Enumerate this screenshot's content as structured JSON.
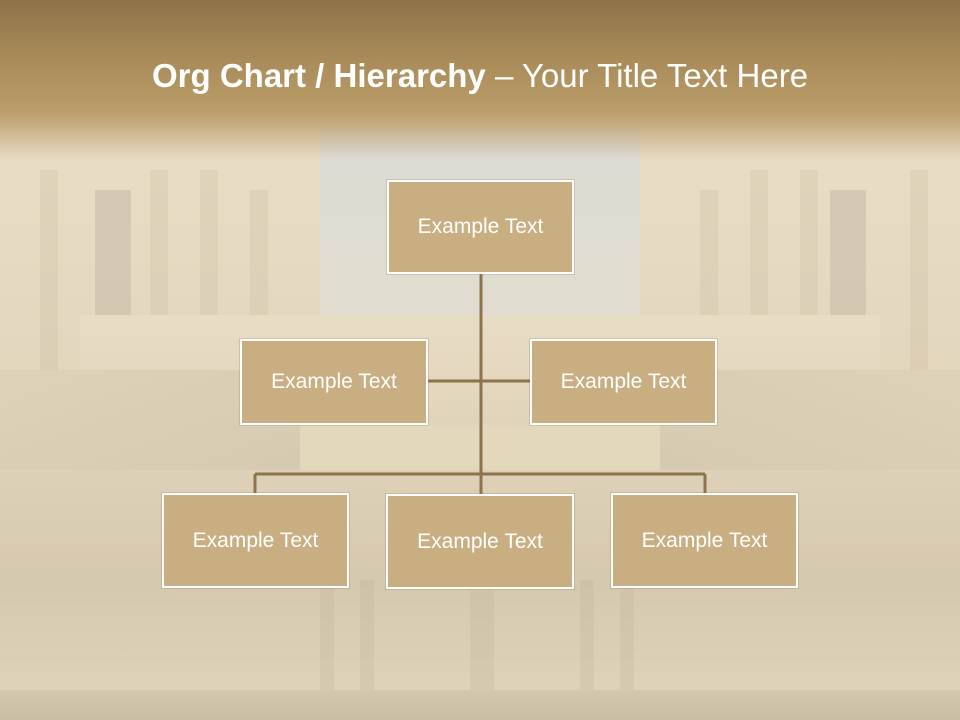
{
  "slide": {
    "title_bold": "Org Chart / Hierarchy",
    "title_dash": "–",
    "title_rest": "Your Title Text Here"
  },
  "org_chart": {
    "root": {
      "label": "Example Text"
    },
    "level2": [
      {
        "label": "Example Text"
      },
      {
        "label": "Example Text"
      }
    ],
    "level3": [
      {
        "label": "Example Text"
      },
      {
        "label": "Example Text"
      },
      {
        "label": "Example Text"
      }
    ]
  },
  "colors": {
    "node_fill": "#c9ae81",
    "node_border": "#ffffff",
    "connector": "#8c7349",
    "title_text": "#ffffff"
  }
}
